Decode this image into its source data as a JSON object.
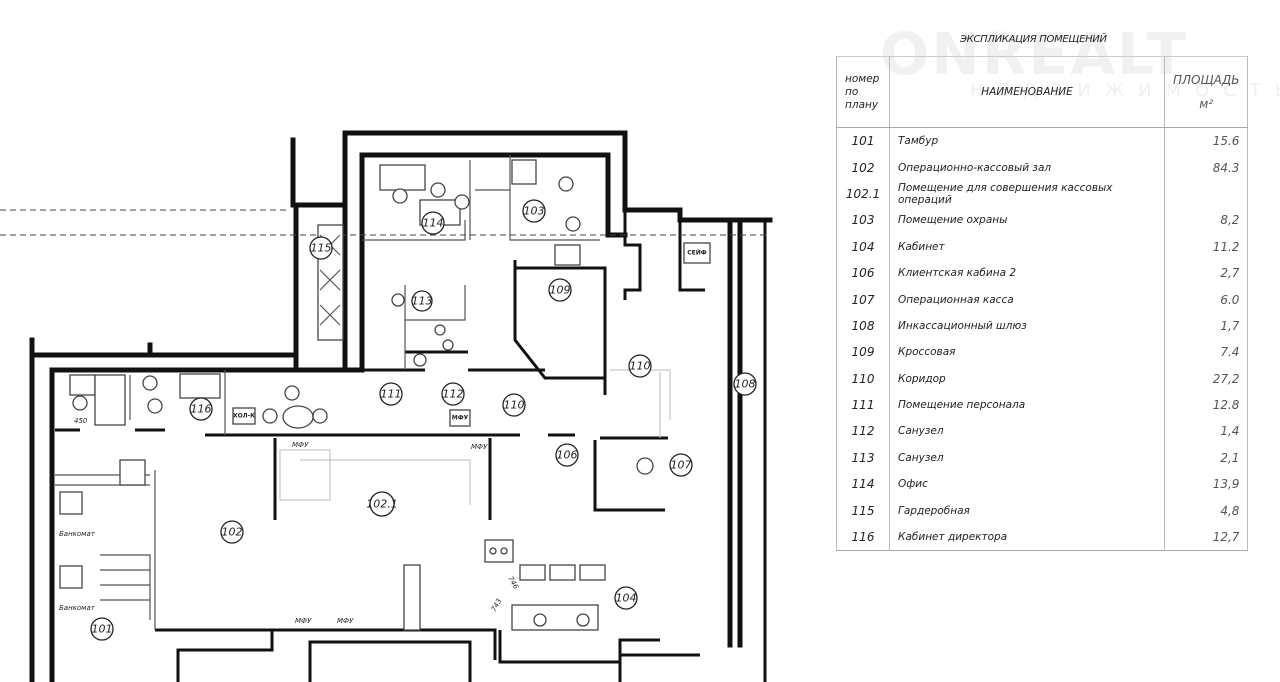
{
  "watermark": {
    "brand": "ONREALT",
    "subtitle": "НЕДВИЖИМОСТЬ"
  },
  "explication": {
    "title": "ЭКСПЛИКАЦИЯ ПОМЕЩЕНИЙ",
    "headers": {
      "number": "номер по плану",
      "name": "НАИМЕНОВАНИЕ",
      "area": "ПЛОЩАДЬ",
      "area_unit": "м²"
    },
    "rows": [
      {
        "number": "101",
        "name": "Тамбур",
        "area": "15.6"
      },
      {
        "number": "102",
        "name": "Операционно-кассовый зал",
        "area": "84.3"
      },
      {
        "number": "102.1",
        "name": "Помещение для совершения кассовых операций",
        "area": ""
      },
      {
        "number": "103",
        "name": "Помещение охраны",
        "area": "8,2"
      },
      {
        "number": "104",
        "name": "Кабинет",
        "area": "11.2"
      },
      {
        "number": "106",
        "name": "Клиентская кабина 2",
        "area": "2,7"
      },
      {
        "number": "107",
        "name": "Операционная касса",
        "area": "6.0"
      },
      {
        "number": "108",
        "name": "Инкассационный шлюз",
        "area": "1,7"
      },
      {
        "number": "109",
        "name": "Кроссовая",
        "area": "7.4"
      },
      {
        "number": "110",
        "name": "Коридор",
        "area": "27,2"
      },
      {
        "number": "111",
        "name": "Помещение персонала",
        "area": "12.8"
      },
      {
        "number": "112",
        "name": "Санузел",
        "area": "1,4"
      },
      {
        "number": "113",
        "name": "Санузел",
        "area": "2,1"
      },
      {
        "number": "114",
        "name": "Офис",
        "area": "13,9"
      },
      {
        "number": "115",
        "name": "Гардеробная",
        "area": "4,8"
      },
      {
        "number": "116",
        "name": "Кабинет директора",
        "area": "12,7"
      }
    ]
  },
  "plan": {
    "rooms": {
      "r101": "101",
      "r102": "102",
      "r1021": "102.1",
      "r103": "103",
      "r104": "104",
      "r106": "106",
      "r107": "107",
      "r108": "108",
      "r109": "109",
      "r110a": "110",
      "r110b": "110",
      "r111": "111",
      "r112": "112",
      "r113": "113",
      "r114": "114",
      "r115": "115",
      "r116": "116"
    },
    "annotations": {
      "atm1": "Банкомат",
      "atm2": "Банкомат",
      "mfu1": "МФУ",
      "mfu2": "МФУ",
      "mfu3": "МФУ",
      "mfu4": "МФУ",
      "mfu5": "МФУ",
      "fridge": "ХОЛ-К",
      "safe": "СЕЙФ",
      "dim1": "746",
      "dim2": "743",
      "dim3": "450"
    }
  }
}
